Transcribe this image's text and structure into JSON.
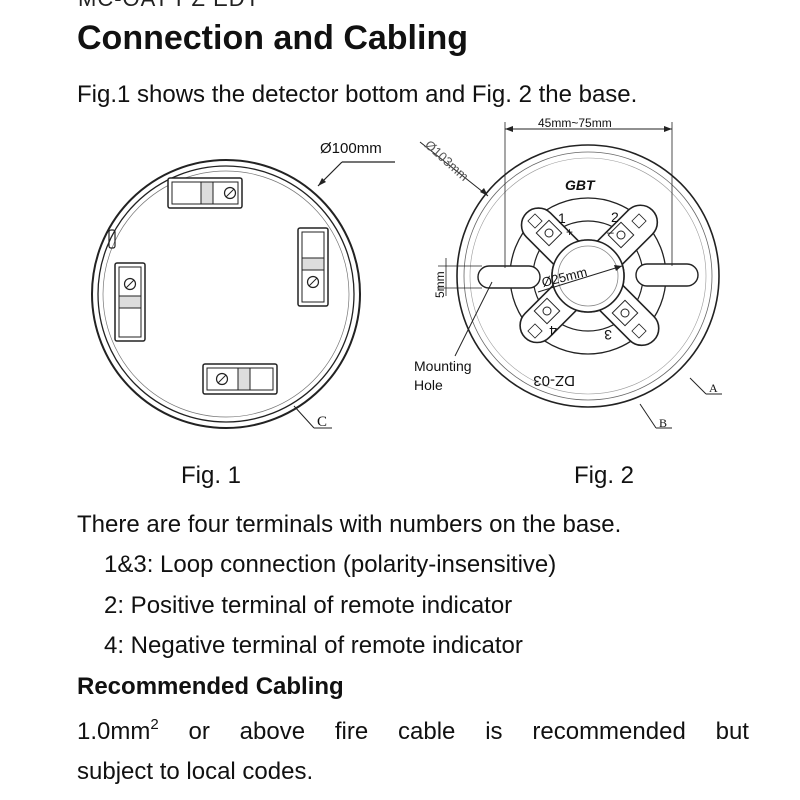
{
  "page": {
    "cut_header": "MC-OAT PZ EDT",
    "title": "Connection and Cabling",
    "intro": "Fig.1 shows the detector bottom and Fig. 2 the base."
  },
  "figure1": {
    "diameter_label": "Ø100mm",
    "callout_letter": "C",
    "caption": "Fig. 1"
  },
  "figure2": {
    "width_label": "45mm~75mm",
    "outer_diameter_label": "Ø103mm",
    "inner_diameter_label": "Ø25mm",
    "slot_label": "5mm",
    "brand": "GBT",
    "mounting_hole_line1": "Mounting",
    "mounting_hole_line2": "Hole",
    "model": "DZ-03",
    "terminal_1": "1",
    "terminal_2": "2",
    "terminal_3": "3",
    "terminal_4": "4",
    "plus_sign": "+",
    "minus_sign": "–",
    "callout_a": "A",
    "callout_b": "B",
    "caption": "Fig. 2"
  },
  "terminals": {
    "intro": "There are four terminals with numbers on the base.",
    "items": [
      "1&3: Loop connection (polarity-insensitive)",
      "2: Positive terminal of remote indicator",
      "4: Negative terminal of remote indicator"
    ]
  },
  "cabling": {
    "heading": "Recommended Cabling",
    "words_line1": [
      "1.0mm",
      "or",
      "above",
      "fire",
      "cable",
      "is",
      "recommended",
      "but"
    ],
    "superscript": "2",
    "line2": "subject to local codes."
  }
}
